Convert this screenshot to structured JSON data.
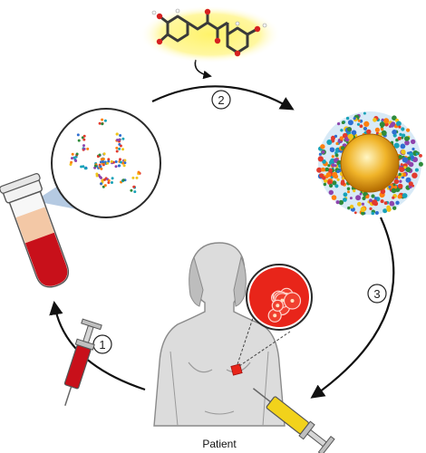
{
  "diagram": {
    "steps": [
      {
        "number": "1"
      },
      {
        "number": "2"
      },
      {
        "number": "3"
      }
    ],
    "patient_label": "Patient",
    "colors": {
      "cycle_arrow": "#111111",
      "blood": "#c8101a",
      "plasma": "#f3c8a6",
      "nanoparticle_core": "#e8a317",
      "molecule_glow": "#fff36a",
      "tumor": "#e8251a",
      "body_fill": "#d9d9d9",
      "syringe_yellow": "#f2d21b",
      "syringe_red": "#c8101a"
    }
  }
}
